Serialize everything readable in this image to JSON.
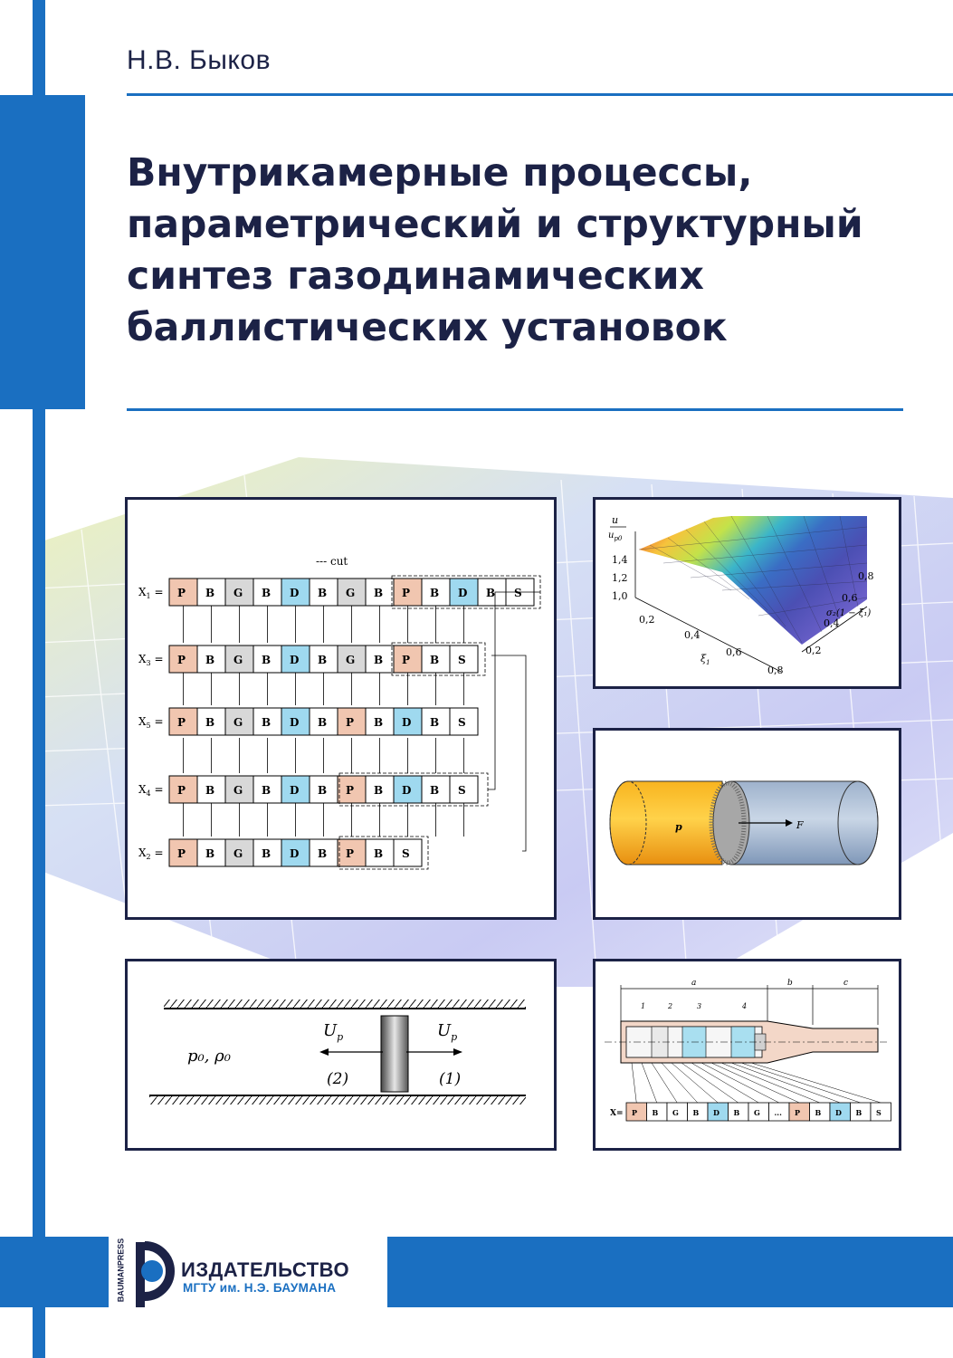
{
  "cover": {
    "author": "Н.В. Быков",
    "title_lines": [
      "Внутрикамерные процессы,",
      "параметрический и структурный",
      "синтез газодинамических",
      "баллистических установок"
    ]
  },
  "figures": {
    "structure": {
      "legend": "--- cut",
      "rows": [
        "X",
        "X",
        "X",
        "X",
        "X"
      ]
    },
    "surface_plot": {
      "z_label_num": "u",
      "z_ticks": [
        "1,4",
        "1,2",
        "1,0"
      ],
      "x_ticks": [
        "0,2",
        "0,4",
        "0,6",
        "0,8"
      ],
      "x_label": "ξ",
      "y_ticks": [
        "0,8",
        "0,6",
        "0,4",
        "0,2"
      ],
      "y_label": "σ₂(1 − ξ₁)"
    },
    "cylinder": {
      "pressure_label": "p",
      "force_label": "F"
    },
    "piston": {
      "gas_label": "p₀, ρ₀",
      "velocity_label": "U",
      "left_index": "(2)",
      "right_index": "(1)"
    },
    "launcher": {
      "section_labels": [
        "a",
        "b",
        "c"
      ],
      "part_numbers": [
        "1",
        "2",
        "3",
        "4"
      ],
      "vector_label": "X=",
      "vector_cells": [
        "P",
        "B",
        "G",
        "B",
        "D",
        "B",
        "G",
        "...",
        "P",
        "B",
        "D",
        "B",
        "S"
      ]
    }
  },
  "publisher": {
    "vertical": "BAUMANPRESS",
    "line1": "ИЗДАТЕЛЬСТВО",
    "line2": "МГТУ им. Н.Э. БАУМАНА"
  },
  "colors": {
    "brand_blue": "#1a6fc1",
    "title_navy": "#1c2246"
  }
}
